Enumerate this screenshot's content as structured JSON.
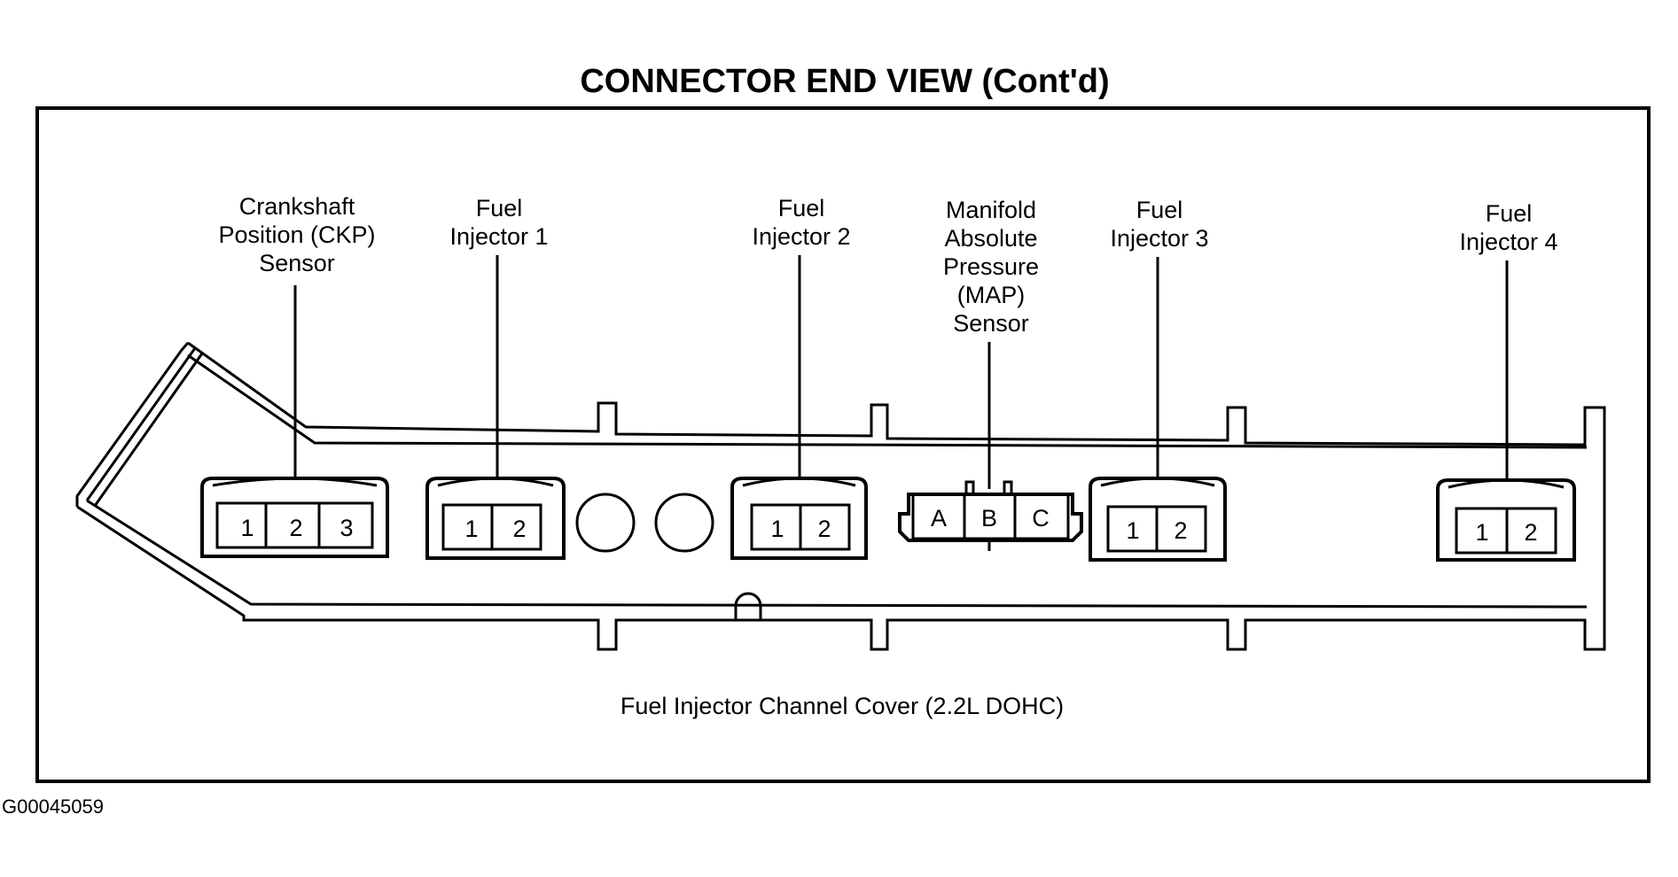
{
  "title": "CONNECTOR END VIEW (Cont'd)",
  "caption": "Fuel Injector Channel Cover (2.2L DOHC)",
  "figure_id": "G00045059",
  "connectors": {
    "ckp": {
      "label": [
        "Crankshaft",
        "Position (CKP)",
        "Sensor"
      ],
      "pins": [
        "1",
        "2",
        "3"
      ]
    },
    "inj1": {
      "label": [
        "Fuel",
        "Injector 1"
      ],
      "pins": [
        "1",
        "2"
      ]
    },
    "inj2": {
      "label": [
        "Fuel",
        "Injector 2"
      ],
      "pins": [
        "1",
        "2"
      ]
    },
    "map": {
      "label": [
        "Manifold",
        "Absolute",
        "Pressure",
        "(MAP)",
        "Sensor"
      ],
      "pins": [
        "A",
        "B",
        "C"
      ]
    },
    "inj3": {
      "label": [
        "Fuel",
        "Injector 3"
      ],
      "pins": [
        "1",
        "2"
      ]
    },
    "inj4": {
      "label": [
        "Fuel",
        "Injector 4"
      ],
      "pins": [
        "1",
        "2"
      ]
    }
  }
}
